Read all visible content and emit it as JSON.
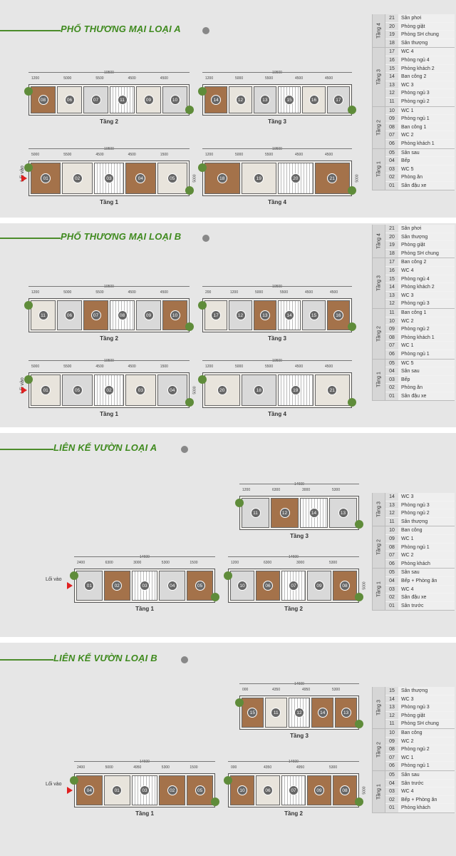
{
  "sections": [
    {
      "title": "PHỐ THƯƠNG MẠI LOẠI A",
      "plans": [
        {
          "label": "Tầng 2",
          "total": "19500",
          "dims": [
            "1200",
            "5000",
            "5500",
            "4500",
            "4500"
          ],
          "rooms": [
            "08",
            "06",
            "07",
            "11",
            "09",
            "10"
          ]
        },
        {
          "label": "Tầng 3",
          "total": "19500",
          "dims": [
            "1200",
            "5000",
            "5500",
            "4500",
            "4500"
          ],
          "rooms": [
            "14",
            "12",
            "13",
            "15",
            "16",
            "17"
          ]
        },
        {
          "label": "Tầng 1",
          "total": "19500",
          "dims": [
            "5000",
            "5500",
            "4500",
            "4500",
            "1500"
          ],
          "rooms": [
            "01",
            "02",
            "03",
            "04",
            "05"
          ],
          "side": "5000",
          "entry": "Lối vào"
        },
        {
          "label": "Tầng 4",
          "total": "19500",
          "dims": [
            "1200",
            "5000",
            "5500",
            "4500",
            "4500"
          ],
          "rooms": [
            "18",
            "19",
            "20",
            "21"
          ],
          "side": "5000"
        }
      ],
      "legend": [
        {
          "floor": "Tầng 4",
          "rows": [
            [
              "21",
              "Sân phơi"
            ],
            [
              "20",
              "Phòng giặt"
            ],
            [
              "19",
              "Phòng SH chung"
            ],
            [
              "18",
              "Sân thượng"
            ]
          ]
        },
        {
          "floor": "Tầng 3",
          "rows": [
            [
              "17",
              "WC 4"
            ],
            [
              "16",
              "Phòng ngủ 4"
            ],
            [
              "15",
              "Phòng khách 2"
            ],
            [
              "14",
              "Ban công 2"
            ],
            [
              "13",
              "WC 3"
            ],
            [
              "12",
              "Phòng ngủ 3"
            ],
            [
              "11",
              "Phòng ngủ 2"
            ]
          ]
        },
        {
          "floor": "Tầng 2",
          "rows": [
            [
              "10",
              "WC 1"
            ],
            [
              "09",
              "Phòng ngủ 1"
            ],
            [
              "08",
              "Ban công 1"
            ],
            [
              "07",
              "WC 2"
            ],
            [
              "06",
              "Phòng khách 1"
            ]
          ]
        },
        {
          "floor": "Tầng 1",
          "rows": [
            [
              "05",
              "Sân sau"
            ],
            [
              "04",
              "Bếp"
            ],
            [
              "03",
              "WC 5"
            ],
            [
              "02",
              "Phòng ăn"
            ],
            [
              "01",
              "Sân đậu xe"
            ]
          ]
        }
      ]
    },
    {
      "title": "PHỐ THƯƠNG MẠI LOẠI B",
      "plans": [
        {
          "label": "Tầng 2",
          "total": "19500",
          "dims": [
            "1200",
            "5000",
            "5500",
            "4500",
            "4500"
          ],
          "rooms": [
            "11",
            "06",
            "07",
            "08",
            "09",
            "10"
          ]
        },
        {
          "label": "Tầng 3",
          "total": "19500",
          "dims": [
            "200",
            "1200",
            "5000",
            "5500",
            "4500",
            "4500"
          ],
          "rooms": [
            "17",
            "12",
            "13",
            "14",
            "15",
            "16"
          ]
        },
        {
          "label": "Tầng 1",
          "total": "19500",
          "dims": [
            "5000",
            "5500",
            "4500",
            "4500",
            "1500"
          ],
          "rooms": [
            "01",
            "05",
            "02",
            "03",
            "04"
          ],
          "side": "5000",
          "entry": "Lối vào"
        },
        {
          "label": "Tầng 4",
          "total": "19500",
          "dims": [
            "1200",
            "5000",
            "5500",
            "4500",
            "4500"
          ],
          "rooms": [
            "20",
            "18",
            "19",
            "21"
          ]
        }
      ],
      "legend": [
        {
          "floor": "Tầng 4",
          "rows": [
            [
              "21",
              "Sân phơi"
            ],
            [
              "20",
              "Sân thượng"
            ],
            [
              "19",
              "Phòng giặt"
            ],
            [
              "18",
              "Phòng SH chung"
            ]
          ]
        },
        {
          "floor": "Tầng 3",
          "rows": [
            [
              "17",
              "Ban công 2"
            ],
            [
              "16",
              "WC 4"
            ],
            [
              "15",
              "Phòng ngủ 4"
            ],
            [
              "14",
              "Phòng khách 2"
            ],
            [
              "13",
              "WC 3"
            ],
            [
              "12",
              "Phòng ngủ 3"
            ]
          ]
        },
        {
          "floor": "Tầng 2",
          "rows": [
            [
              "11",
              "Ban công 1"
            ],
            [
              "10",
              "WC 2"
            ],
            [
              "09",
              "Phòng ngủ 2"
            ],
            [
              "08",
              "Phòng khách 1"
            ],
            [
              "07",
              "WC 1"
            ],
            [
              "06",
              "Phòng ngủ 1"
            ]
          ]
        },
        {
          "floor": "Tầng 1",
          "rows": [
            [
              "05",
              "WC 5"
            ],
            [
              "04",
              "Sân sau"
            ],
            [
              "03",
              "Bếp"
            ],
            [
              "02",
              "Phòng ăn"
            ],
            [
              "01",
              "Sân đậu xe"
            ]
          ]
        }
      ]
    },
    {
      "title": "LIÊN KẾ VƯỜN LOẠI A",
      "plans": [
        {
          "label": "Tầng 3",
          "total": "14600",
          "dims": [
            "1200",
            "6300",
            "3000",
            "5300"
          ],
          "rooms": [
            "11",
            "12",
            "14",
            "13"
          ]
        },
        {
          "label": "Tầng 1",
          "total": "14600",
          "dims": [
            "2400",
            "6300",
            "3000",
            "5300",
            "1500"
          ],
          "rooms": [
            "01",
            "02",
            "03",
            "04",
            "05"
          ],
          "entry": "Lối vào"
        },
        {
          "label": "Tầng 2",
          "total": "14600",
          "dims": [
            "1200",
            "6300",
            "3000",
            "5300"
          ],
          "rooms": [
            "10",
            "06",
            "07",
            "09",
            "08"
          ],
          "side": "5000"
        }
      ],
      "legend": [
        {
          "floor": "Tầng 3",
          "rows": [
            [
              "14",
              "WC 3"
            ],
            [
              "13",
              "Phòng ngủ 3"
            ],
            [
              "12",
              "Phòng ngủ 2"
            ],
            [
              "11",
              "Sân thượng"
            ]
          ]
        },
        {
          "floor": "Tầng 2",
          "rows": [
            [
              "10",
              "Ban công"
            ],
            [
              "09",
              "WC 1"
            ],
            [
              "08",
              "Phòng ngủ 1"
            ],
            [
              "07",
              "WC 2"
            ],
            [
              "06",
              "Phòng khách"
            ]
          ]
        },
        {
          "floor": "Tầng 1",
          "rows": [
            [
              "05",
              "Sân sau"
            ],
            [
              "04",
              "Bếp + Phòng ăn"
            ],
            [
              "03",
              "WC 4"
            ],
            [
              "02",
              "Sân đậu xe"
            ],
            [
              "01",
              "Sân trước"
            ]
          ]
        }
      ]
    },
    {
      "title": "LIÊN KẾ VƯỜN LOẠI B",
      "plans": [
        {
          "label": "Tầng 3",
          "total": "14600",
          "dims": [
            "000",
            "4350",
            "4950",
            "5300"
          ],
          "rooms": [
            "15",
            "11",
            "12",
            "14",
            "13"
          ]
        },
        {
          "label": "Tầng 1",
          "total": "14600",
          "dims": [
            "2400",
            "5000",
            "4950",
            "5300",
            "1500"
          ],
          "rooms": [
            "04",
            "01",
            "03",
            "02",
            "05"
          ],
          "entry": "Lối vào"
        },
        {
          "label": "Tầng 2",
          "total": "14600",
          "dims": [
            "000",
            "4350",
            "4950",
            "5300"
          ],
          "rooms": [
            "10",
            "06",
            "07",
            "09",
            "08"
          ],
          "side": "5000"
        }
      ],
      "legend": [
        {
          "floor": "Tầng 3",
          "rows": [
            [
              "15",
              "Sân thượng"
            ],
            [
              "14",
              "WC 3"
            ],
            [
              "13",
              "Phòng ngủ 3"
            ],
            [
              "12",
              "Phòng giặt"
            ],
            [
              "11",
              "Phòng SH chung"
            ]
          ]
        },
        {
          "floor": "Tầng 2",
          "rows": [
            [
              "10",
              "Ban công"
            ],
            [
              "09",
              "WC 2"
            ],
            [
              "08",
              "Phòng ngủ 2"
            ],
            [
              "07",
              "WC 1"
            ],
            [
              "06",
              "Phòng ngủ 1"
            ]
          ]
        },
        {
          "floor": "Tầng 1",
          "rows": [
            [
              "05",
              "Sân sau"
            ],
            [
              "04",
              "Sân trước"
            ],
            [
              "03",
              "WC 4"
            ],
            [
              "02",
              "Bếp + Phòng ăn"
            ],
            [
              "01",
              "Phòng khách"
            ]
          ]
        }
      ]
    }
  ],
  "colors": {
    "title": "#3f8a1e",
    "background": "#e6e6e6",
    "entry_arrow": "#e02020"
  }
}
